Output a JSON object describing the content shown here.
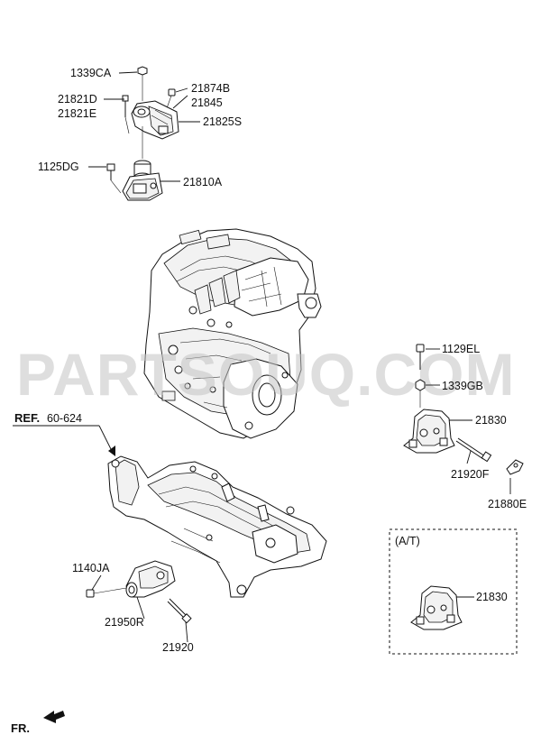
{
  "labels": {
    "l1339CA": "1339CA",
    "l21821D": "21821D",
    "l21821E": "21821E",
    "l21874B": "21874B",
    "l21845": "21845",
    "l21825S": "21825S",
    "l1125DG": "1125DG",
    "l21810A": "21810A",
    "l1129EL": "1129EL",
    "l1339GB": "1339GB",
    "l21830": "21830",
    "l21920F": "21920F",
    "l21880E": "21880E",
    "ref_prefix": "REF.",
    "ref_number": "60-624",
    "l1140JA": "1140JA",
    "l21950R": "21950R",
    "l21920": "21920",
    "at_title": "(A/T)",
    "at_21830": "21830",
    "fr": "FR."
  },
  "watermark": "PARTSOUQ.COM",
  "colors": {
    "line": "#111111",
    "watermark": "#c4c4c4",
    "background": "#ffffff"
  }
}
